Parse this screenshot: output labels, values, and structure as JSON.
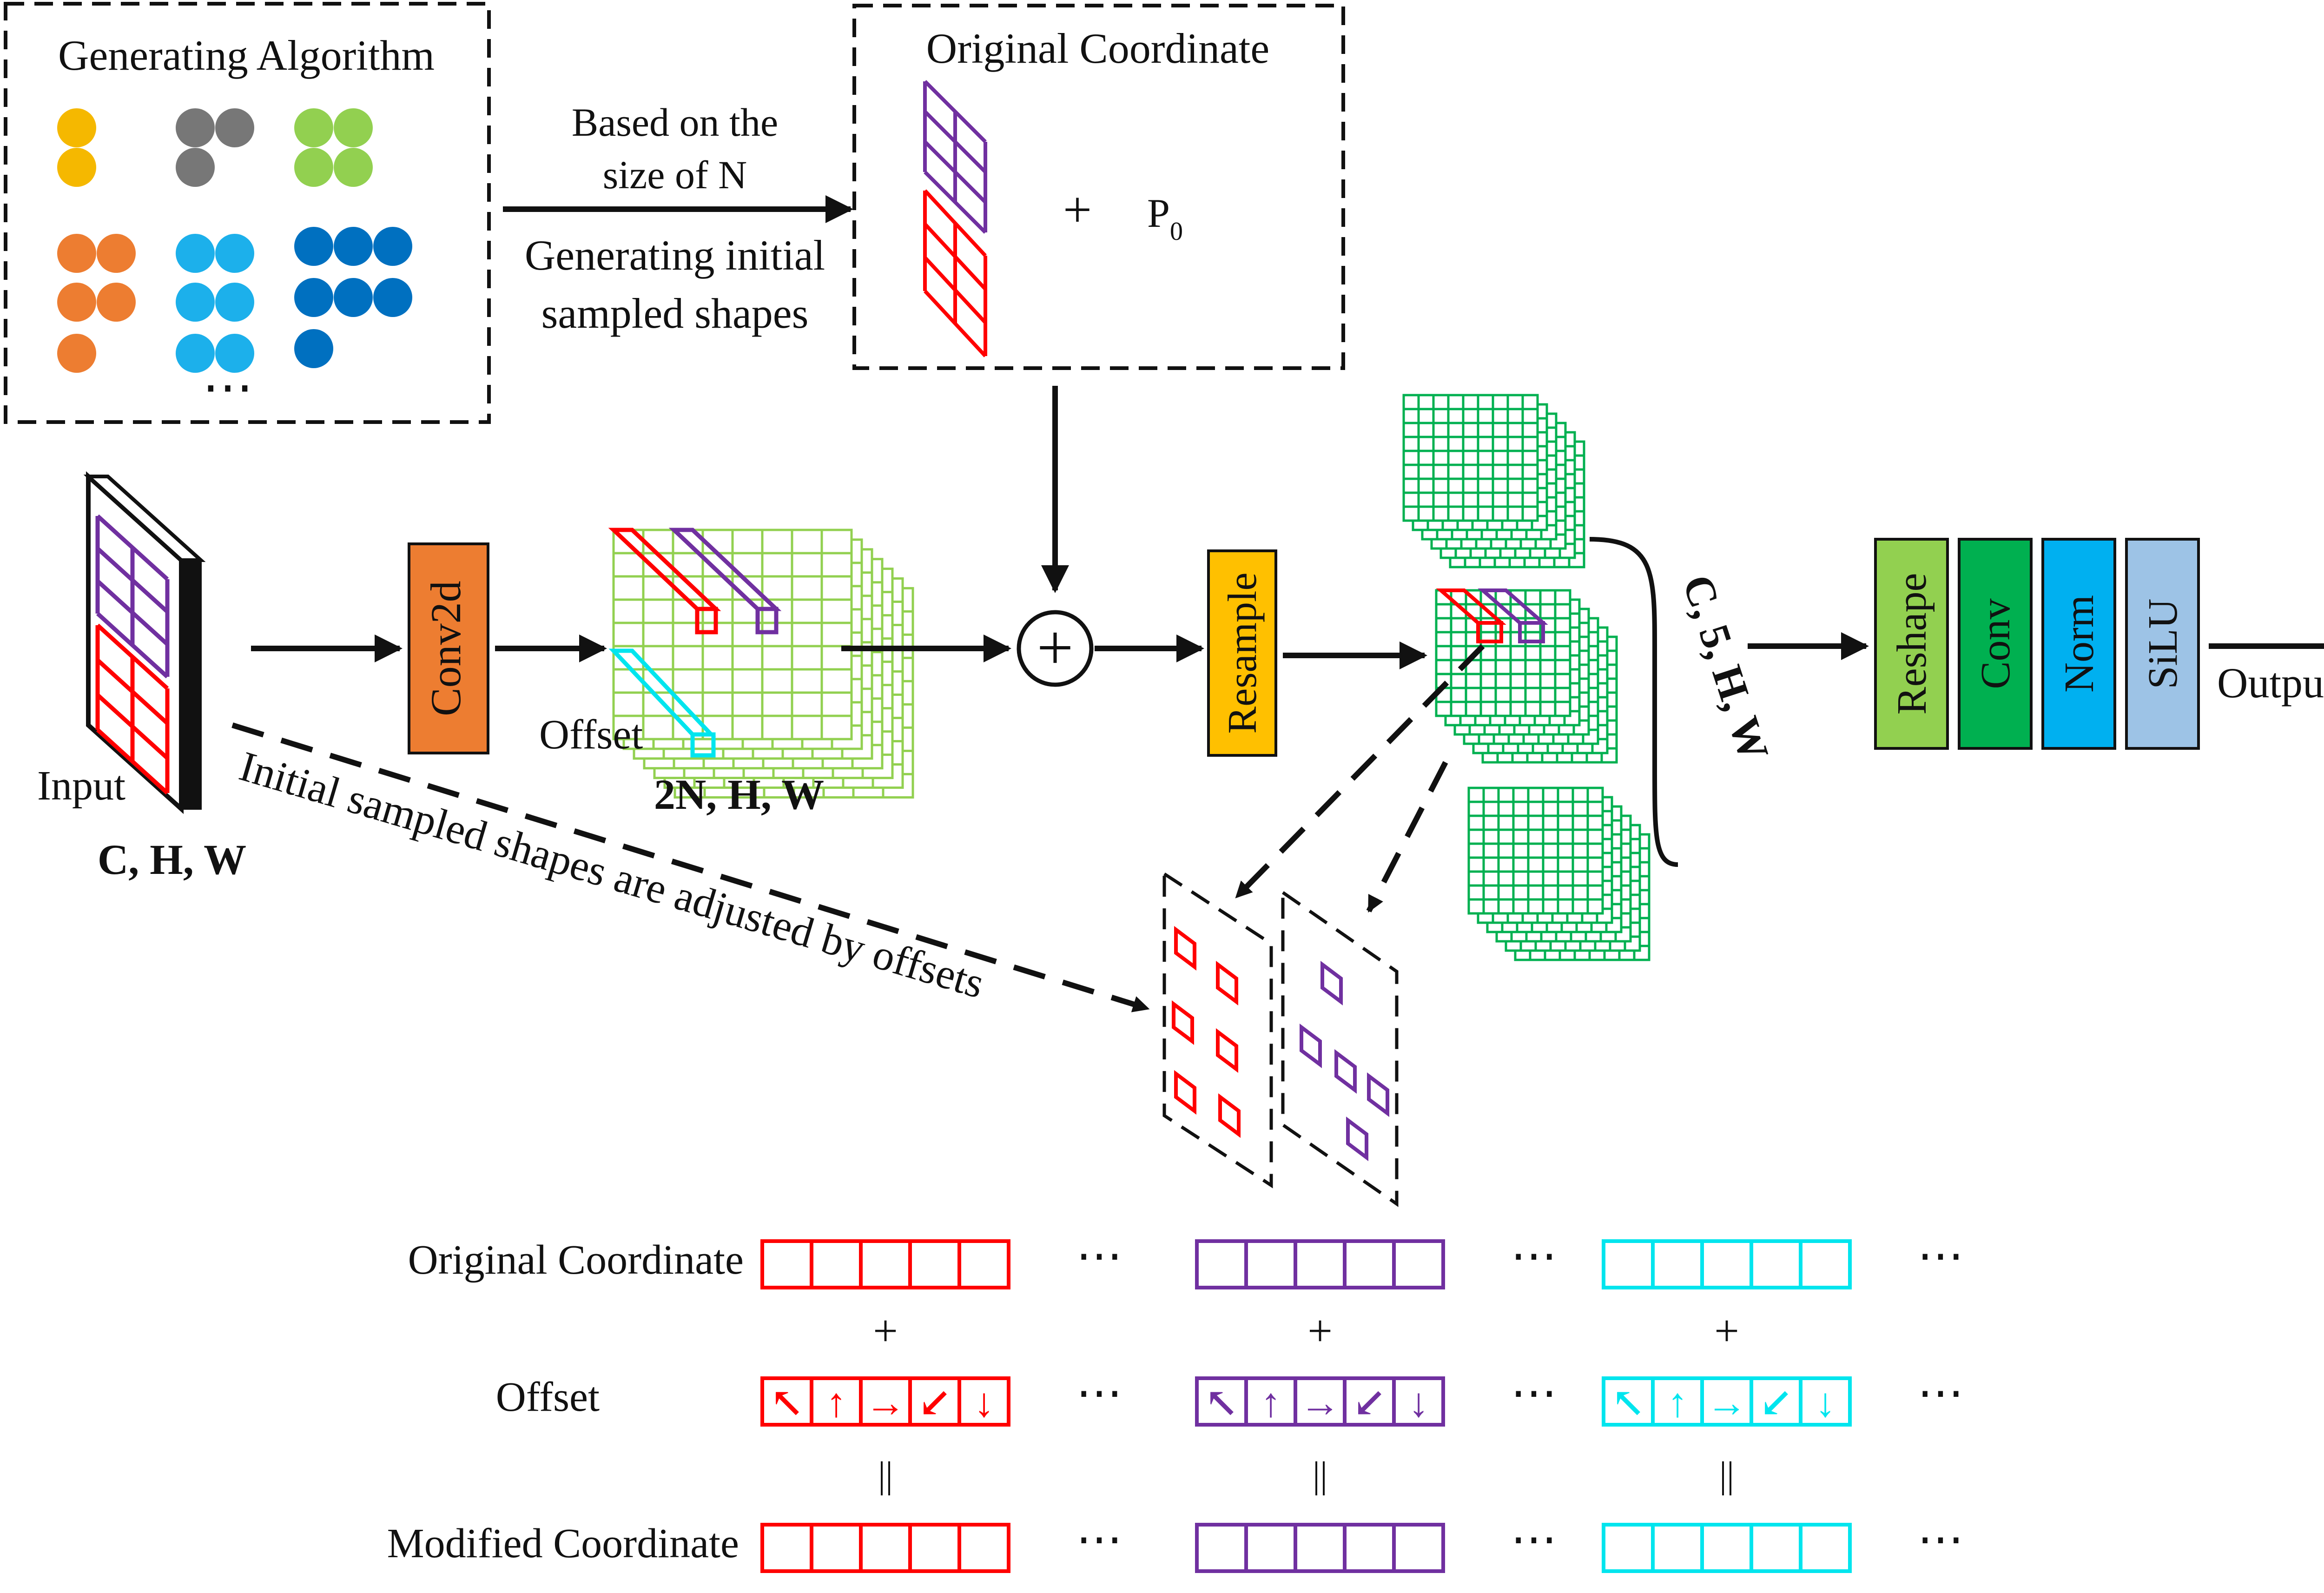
{
  "gen_box": {
    "title": "Generating Algorithm",
    "ellipsis": "⋯",
    "dot_colors": [
      "#F5B800",
      "#777777",
      "#92D050",
      "#ED7D31",
      "#1CB0EB",
      "#0070C0"
    ]
  },
  "arrow_text": {
    "line1": "Based on the",
    "line2": "size of N",
    "line3": "Generating initial",
    "line4": "sampled shapes"
  },
  "orig_box": {
    "title": "Original Coordinate",
    "plus": "+",
    "p0_main": "P",
    "p0_sub": "0"
  },
  "input": {
    "label": "Input",
    "dims": "C, H, W"
  },
  "conv2d": {
    "label": "Conv2d",
    "color": "#ED7D31"
  },
  "offset_block": {
    "label": "Offset",
    "dims": "2N, H, W"
  },
  "sum_symbol": "+",
  "resample": {
    "label": "Resample",
    "color": "#FFC000"
  },
  "concat_dims": "C, 5, H, W",
  "pipeline": [
    {
      "label": "Reshape",
      "color": "#92D050"
    },
    {
      "label": "Conv",
      "color": "#00B050"
    },
    {
      "label": "Norm",
      "color": "#00B0F0"
    },
    {
      "label": "SiLU",
      "color": "#9DC3E6"
    }
  ],
  "output_label": "Output",
  "diag_caption": "Initial sampled shapes are adjusted by offsets",
  "table": {
    "row_labels": [
      "Original Coordinate",
      "Offset",
      "Modified Coordinate"
    ],
    "plus": "+",
    "equals": "||",
    "dots": "⋯",
    "group_colors": [
      "#FF0000",
      "#7030A0",
      "#00E5EE"
    ],
    "offset_arrows": [
      "↖",
      "↑",
      "→",
      "↙",
      "↓"
    ]
  },
  "colors": {
    "red": "#FF0000",
    "purple": "#7030A0",
    "cyan": "#00E5EE",
    "light_green": "#92D050",
    "green": "#00B050"
  }
}
